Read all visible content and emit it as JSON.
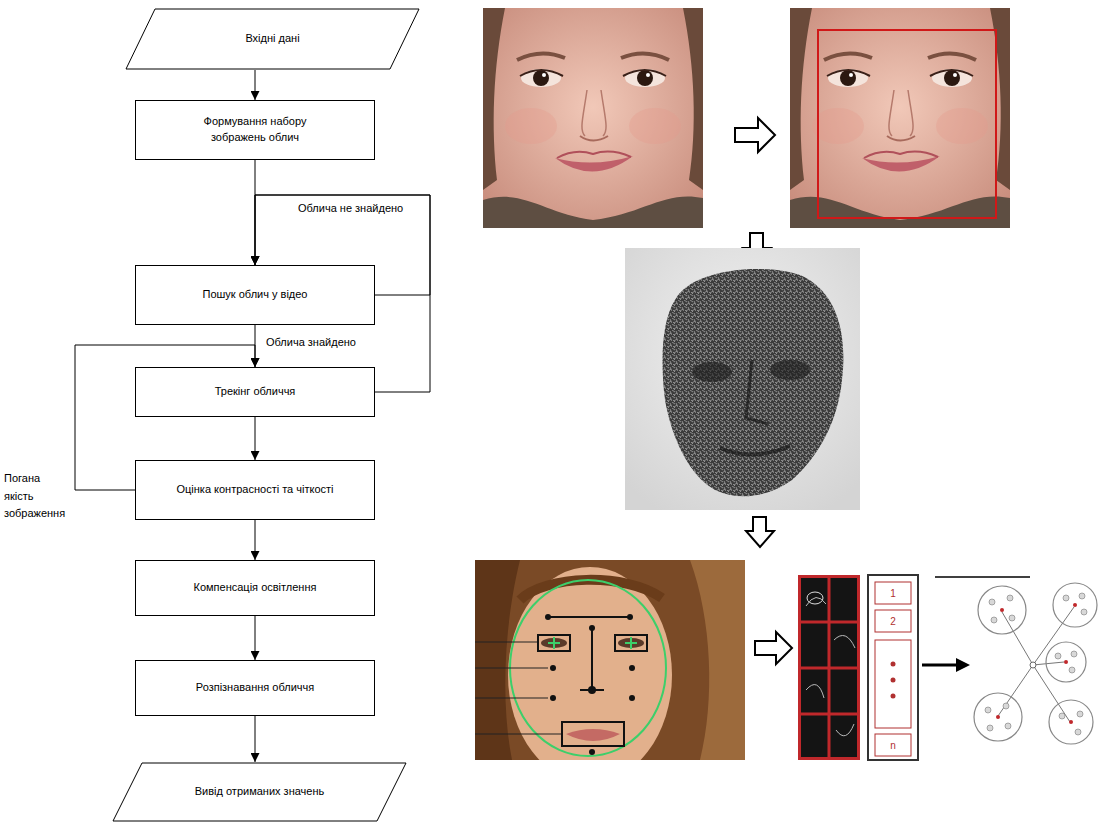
{
  "diagram": {
    "nodes": [
      {
        "text": [
          "Вхідні дані"
        ]
      },
      {
        "text": [
          "Формування набору зображень облич"
        ]
      },
      {
        "text": [
          "Пошук облич у відео"
        ]
      },
      {
        "text": [
          "Трекінг обличчя"
        ]
      },
      {
        "text": [
          "Оцінка контрасності та чіткості"
        ]
      },
      {
        "text": [
          "Компенсація освітлення"
        ]
      },
      {
        "text": [
          "Розпізнавання обличчя"
        ]
      },
      {
        "text": [
          "Вивід отриманих значень"
        ]
      }
    ],
    "edges": [
      {
        "from": 0,
        "to": 1,
        "arrow": "to"
      },
      {
        "from": 1,
        "to": 2,
        "arrow": "to"
      },
      {
        "from": 2,
        "to": 3,
        "label": "Облича знайдено",
        "arrow": "to"
      },
      {
        "from": 2,
        "to": 2,
        "label": "Облича не знайдено",
        "arrow": "to"
      },
      {
        "from": 3,
        "to": 2,
        "arrow": "to"
      },
      {
        "from": 3,
        "to": 4,
        "arrow": "to"
      },
      {
        "from": 4,
        "to": 3,
        "label": "Погана якість зображення",
        "arrow": "to"
      },
      {
        "from": 4,
        "to": 5,
        "arrow": "to"
      },
      {
        "from": 5,
        "to": 6,
        "arrow": "to"
      },
      {
        "from": 6,
        "to": 7,
        "arrow": "to"
      }
    ],
    "labels": [
      "1",
      "2",
      "n"
    ]
  }
}
